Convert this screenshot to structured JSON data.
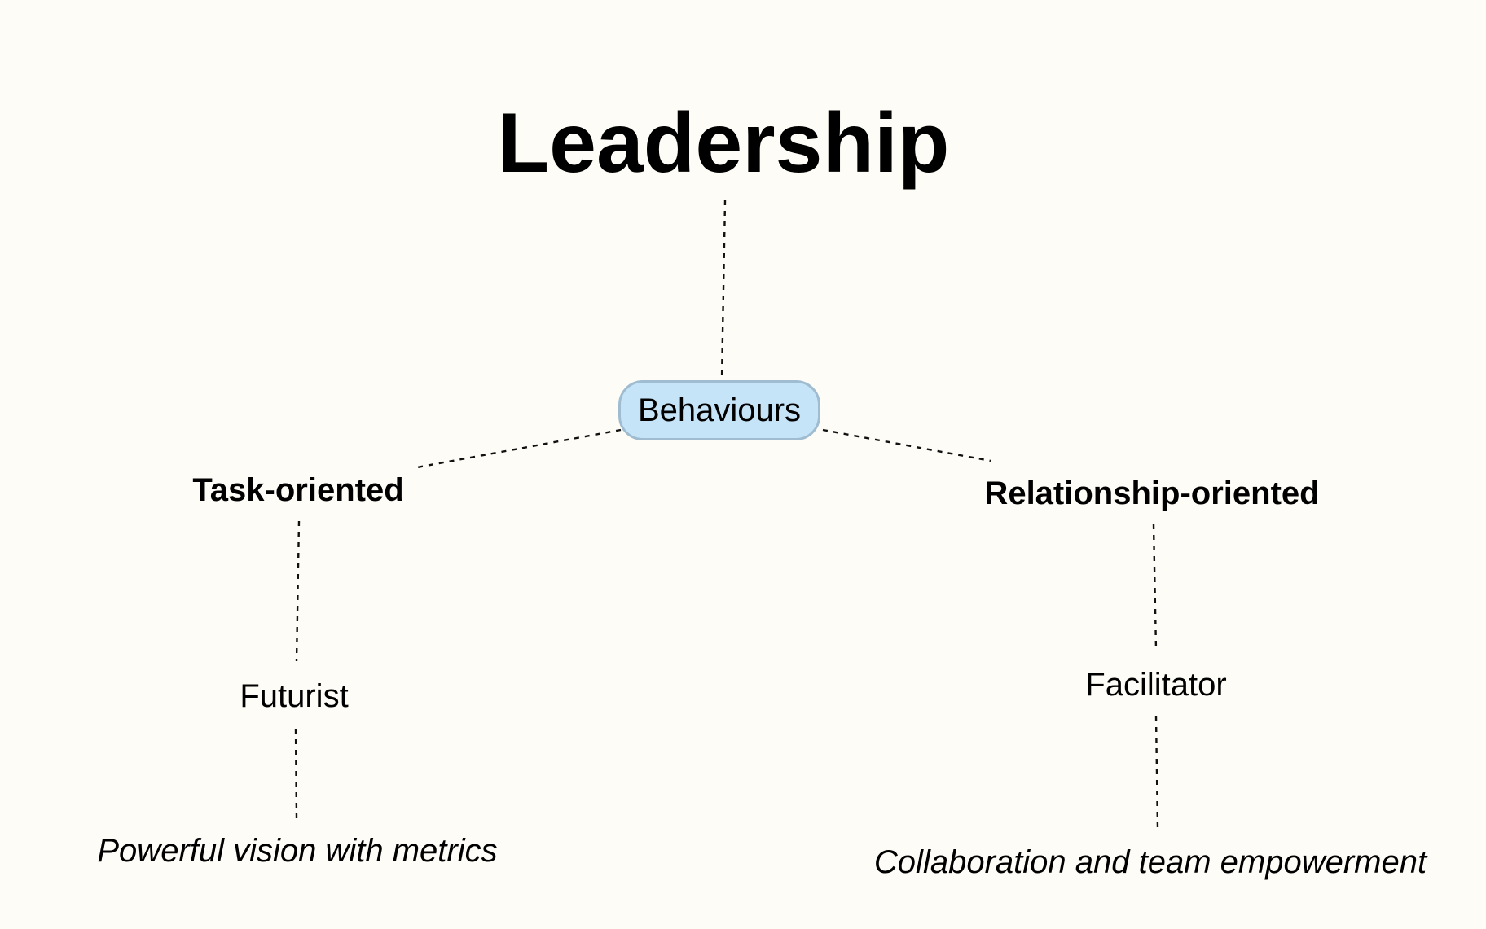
{
  "diagram": {
    "root": {
      "label": "Leadership"
    },
    "hub": {
      "label": "Behaviours",
      "fill": "#c6e4f7",
      "border": "#9fbcd0"
    },
    "branches": [
      {
        "label": "Task-oriented",
        "style": {
          "label": "Futurist"
        },
        "description": "Powerful vision with metrics"
      },
      {
        "label": "Relationship-oriented",
        "style": {
          "label": "Facilitator"
        },
        "description": "Collaboration and team empowerment"
      }
    ],
    "connector_style": "dashed",
    "background": "#fefcf6"
  }
}
